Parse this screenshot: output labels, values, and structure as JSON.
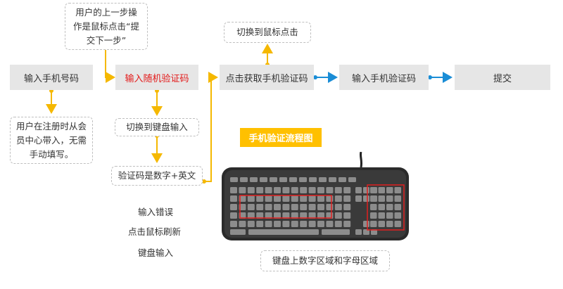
{
  "colors": {
    "flow_arrow": "#1a8dd6",
    "note_arrow": "#f5b800",
    "badge": "#ffc000",
    "highlight_text": "#e31a1a",
    "box_fill": "#e6e6e6",
    "region_outline": "#e02020"
  },
  "flow": {
    "step1": "输入手机号码",
    "step2": "输入随机验证码",
    "step3": "点击获取手机验证码",
    "step4": "输入手机验证码",
    "step5": "提交"
  },
  "notes": {
    "user_prev_action": "用户的上一步操作是鼠标点击“提交下一步”",
    "switch_to_mouse": "切换到鼠标点击",
    "auto_fill": "用户在注册时从会员中心带入，无需手动填写。",
    "switch_to_keyboard": "切换到键盘输入",
    "code_type": "验证码是数字+英文"
  },
  "error_steps": [
    "输入错误",
    "点击鼠标刷新",
    "键盘输入"
  ],
  "badge": "手机验证流程图",
  "keyboard_caption": "键盘上数字区域和字母区域",
  "icons": [
    "keyboard-icon"
  ]
}
